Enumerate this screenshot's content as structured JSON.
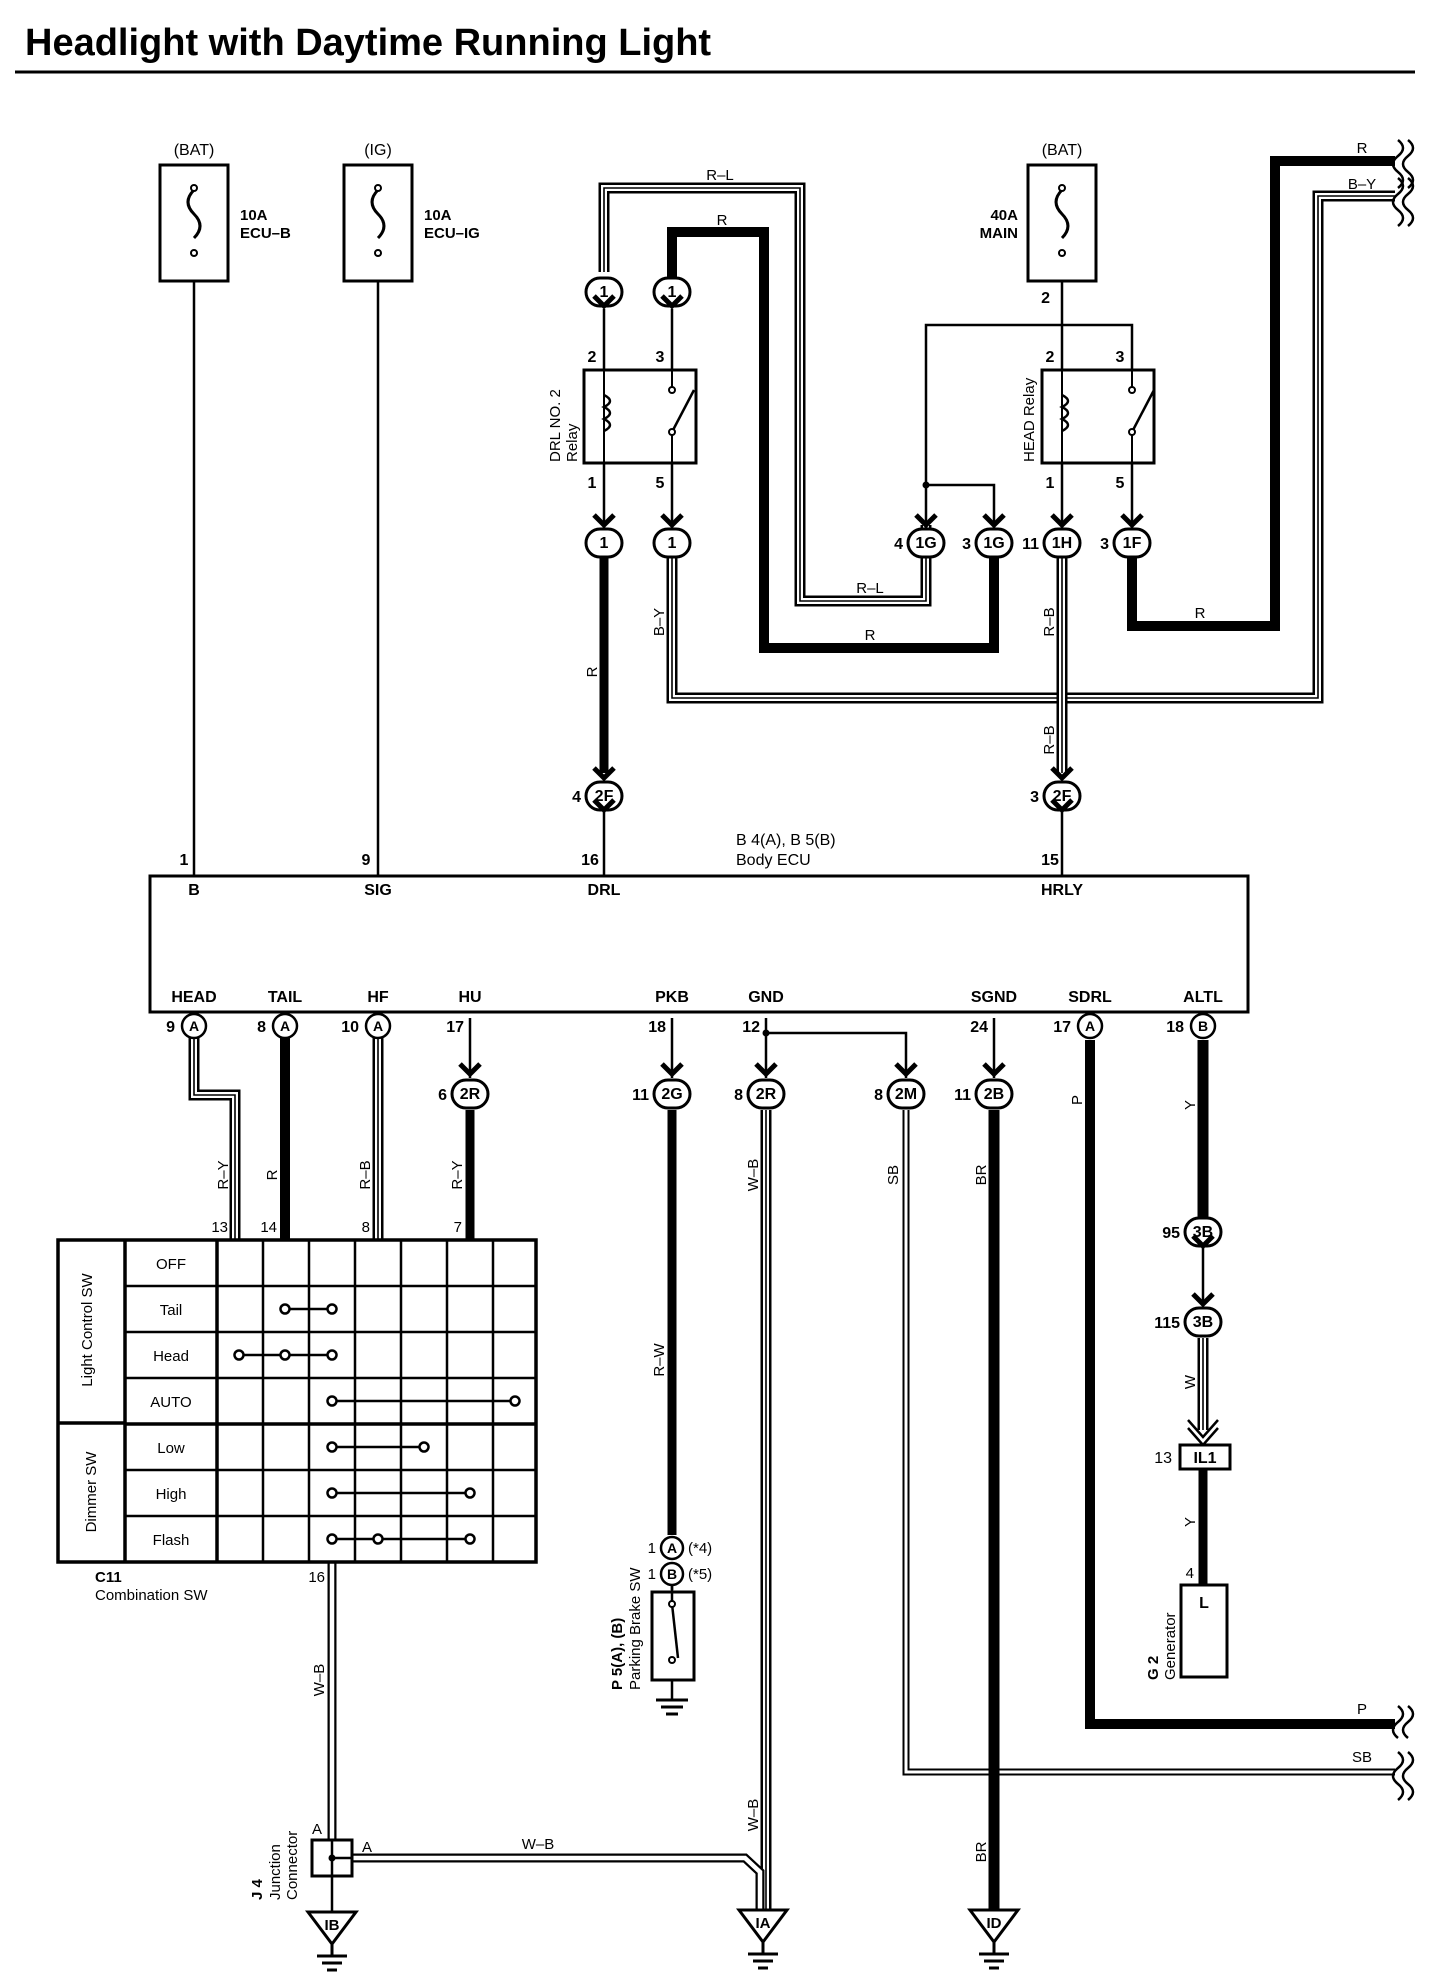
{
  "title": "Headlight with Daytime Running Light",
  "fuses": [
    {
      "source": "(BAT)",
      "rating": "10A",
      "name": "ECU–B"
    },
    {
      "source": "(IG)",
      "rating": "10A",
      "name": "ECU–IG"
    },
    {
      "source": "(BAT)",
      "rating": "40A",
      "name": "MAIN"
    }
  ],
  "relays": {
    "drl_line1": "DRL NO. 2",
    "drl_line2": "Relay",
    "head": "HEAD Relay",
    "pin1": "1",
    "pin2": "2",
    "pin3": "3",
    "pin5": "5",
    "main_pin2": "2"
  },
  "connectors": {
    "c1": "1",
    "c1G": "1G",
    "c1H": "1H",
    "c1F": "1F",
    "c2F": "2F",
    "c2R": "2R",
    "c2G": "2G",
    "c2M": "2M",
    "c2B": "2B",
    "c3B": "3B",
    "cIL1": "IL1",
    "cA": "A",
    "cB": "B"
  },
  "pin_numbers": {
    "p4": "4",
    "p3": "3",
    "p11": "11",
    "p6": "6",
    "p8": "8",
    "p95": "95",
    "p115": "115",
    "p13": "13",
    "p1": "1"
  },
  "ecu": {
    "name_line1": "B 4(A), B 5(B)",
    "name_line2": "Body ECU",
    "top_terminals": [
      {
        "pin": "1",
        "label": "B"
      },
      {
        "pin": "9",
        "label": "SIG"
      },
      {
        "pin": "16",
        "label": "DRL"
      },
      {
        "pin": "15",
        "label": "HRLY"
      }
    ],
    "bottom_terminals": [
      {
        "pin": "9",
        "label": "HEAD"
      },
      {
        "pin": "8",
        "label": "TAIL"
      },
      {
        "pin": "10",
        "label": "HF"
      },
      {
        "pin": "17",
        "label": "HU"
      },
      {
        "pin": "18",
        "label": "PKB"
      },
      {
        "pin": "12",
        "label": "GND"
      },
      {
        "pin": "24",
        "label": "SGND"
      },
      {
        "pin": "17",
        "label": "SDRL"
      },
      {
        "pin": "18",
        "label": "ALTL"
      }
    ]
  },
  "wires": {
    "r_l": "R–L",
    "r": "R",
    "b_y": "B–Y",
    "r_b": "R–B",
    "r_y": "R–Y",
    "w_b": "W–B",
    "r_w": "R–W",
    "sb": "SB",
    "br": "BR",
    "p": "P",
    "y": "Y",
    "w": "W"
  },
  "combination_sw": {
    "id": "C11",
    "name": "Combination SW",
    "pins_top": [
      "13",
      "14",
      "8",
      "7"
    ],
    "pin_bottom": "16",
    "group1": "Light Control SW",
    "group2": "Dimmer SW",
    "rows": [
      "OFF",
      "Tail",
      "Head",
      "AUTO",
      "Low",
      "High",
      "Flash"
    ]
  },
  "parking_brake_sw": {
    "id": "P 5(A), (B)",
    "name": "Parking Brake SW",
    "note_a": "(*4)",
    "note_b": "(*5)"
  },
  "junction": {
    "id": "J 4",
    "name_line1": "Junction",
    "name_line2": "Connector"
  },
  "generator": {
    "id": "G 2",
    "name": "Generator",
    "terminal": "L",
    "pin": "4"
  },
  "grounds": [
    "IB",
    "IA",
    "ID"
  ]
}
